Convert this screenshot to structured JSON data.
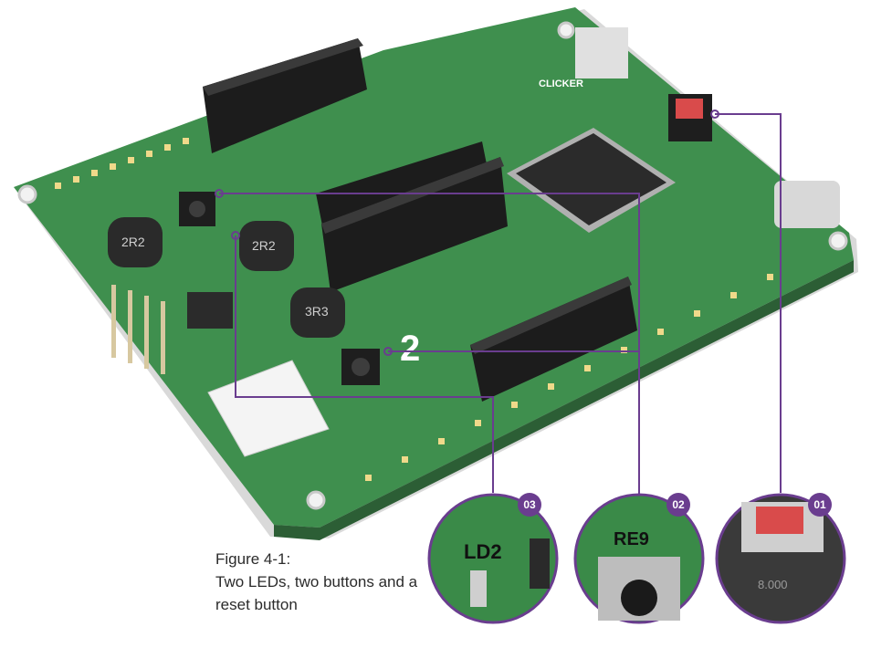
{
  "caption": {
    "line1": "Figure 4-1:",
    "line2": "Two LEDs, two buttons and a",
    "line3": "reset button"
  },
  "callouts": [
    {
      "number": "01",
      "label": ""
    },
    {
      "number": "02",
      "label": "RE9"
    },
    {
      "number": "03",
      "label": "LD2"
    }
  ],
  "board_labels": {
    "mikrobus_2": "2",
    "clicker": "CLICKER",
    "inductor_1": "2R2",
    "inductor_2": "2R2",
    "inductor_3": "3R3",
    "crystal": "8.000"
  },
  "colors": {
    "pcb": "#3f8f4e",
    "pcb_dark": "#2f6f3c",
    "silkscreen": "#ffffff",
    "callout": "#6a3d8f",
    "header": "#1c1c1c",
    "button_red": "#d94b4b"
  }
}
